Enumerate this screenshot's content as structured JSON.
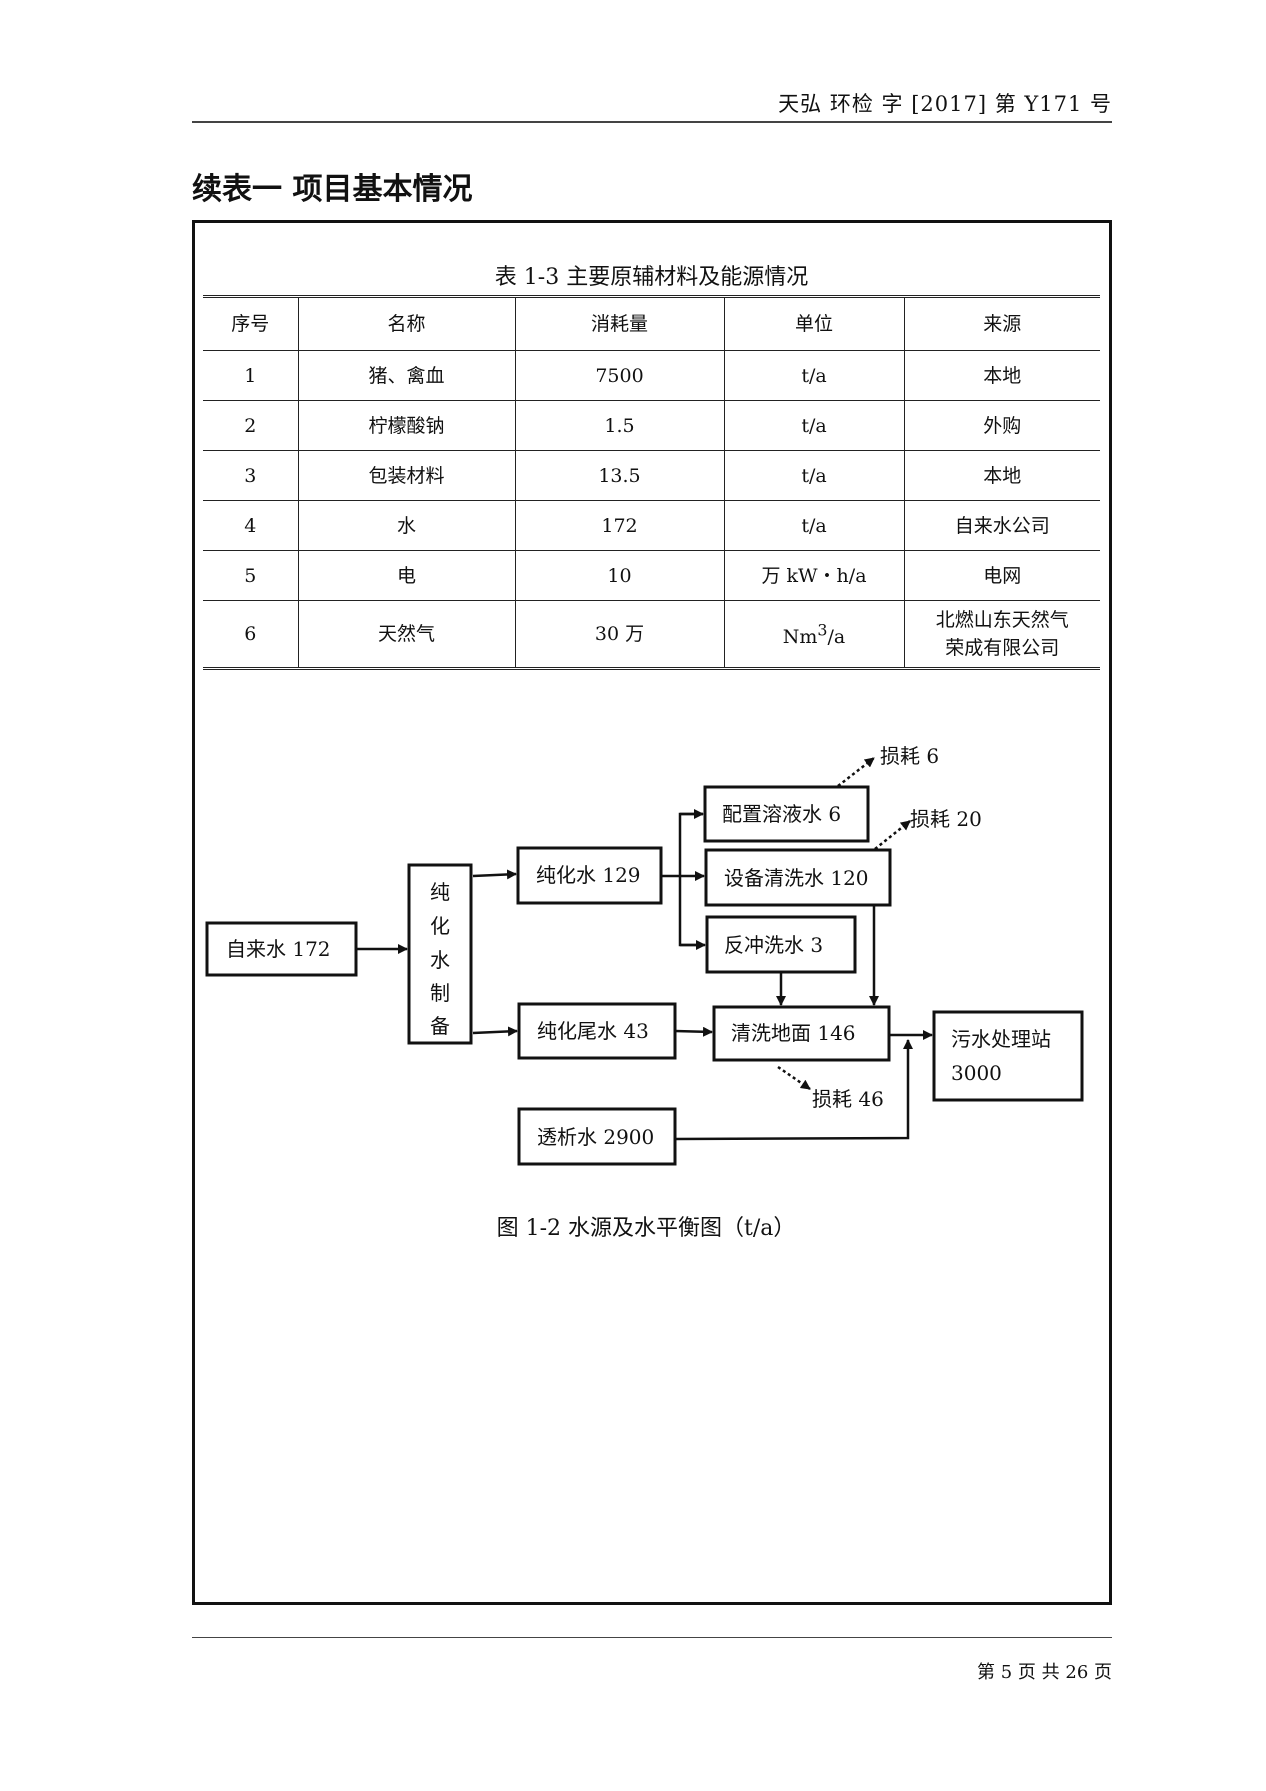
{
  "header": {
    "doc_number": "天弘 环检 字 [2017] 第 Y171 号"
  },
  "section_title": "续表一  项目基本情况",
  "table": {
    "caption": "表 1-3 主要原辅材料及能源情况",
    "columns": [
      "序号",
      "名称",
      "消耗量",
      "单位",
      "来源"
    ],
    "rows": [
      [
        "1",
        "猪、禽血",
        "7500",
        "t/a",
        "本地"
      ],
      [
        "2",
        "柠檬酸钠",
        "1.5",
        "t/a",
        "外购"
      ],
      [
        "3",
        "包装材料",
        "13.5",
        "t/a",
        "本地"
      ],
      [
        "4",
        "水",
        "172",
        "t/a",
        "自来水公司"
      ],
      [
        "5",
        "电",
        "10",
        "万 kW・h/a",
        "电网"
      ],
      [
        "6",
        "天然气",
        "30 万",
        "Nm³/a",
        "北燃山东天然气荣成有限公司"
      ]
    ],
    "last_source_lines": [
      "北燃山东天然气",
      "荣成有限公司"
    ]
  },
  "diagram": {
    "nodes": {
      "tap_water": "自来水 172",
      "purify_chars": [
        "纯",
        "化",
        "水",
        "制",
        "备"
      ],
      "purified_water": "纯化水 129",
      "solution_water": "配置溶液水 6",
      "equipment_wash": "设备清洗水 120",
      "backwash": "反冲洗水 3",
      "purify_tail": "纯化尾水 43",
      "floor_wash": "清洗地面 146",
      "wwtp_line1": "污水处理站",
      "wwtp_line2": "3000",
      "dialysis": "透析水 2900"
    },
    "losses": {
      "solution": "损耗 6",
      "equipment": "损耗 20",
      "floor": "损耗 46"
    },
    "caption": "图 1-2 水源及水平衡图（t/a）"
  },
  "footer": {
    "page": "第 5 页  共 26 页"
  }
}
